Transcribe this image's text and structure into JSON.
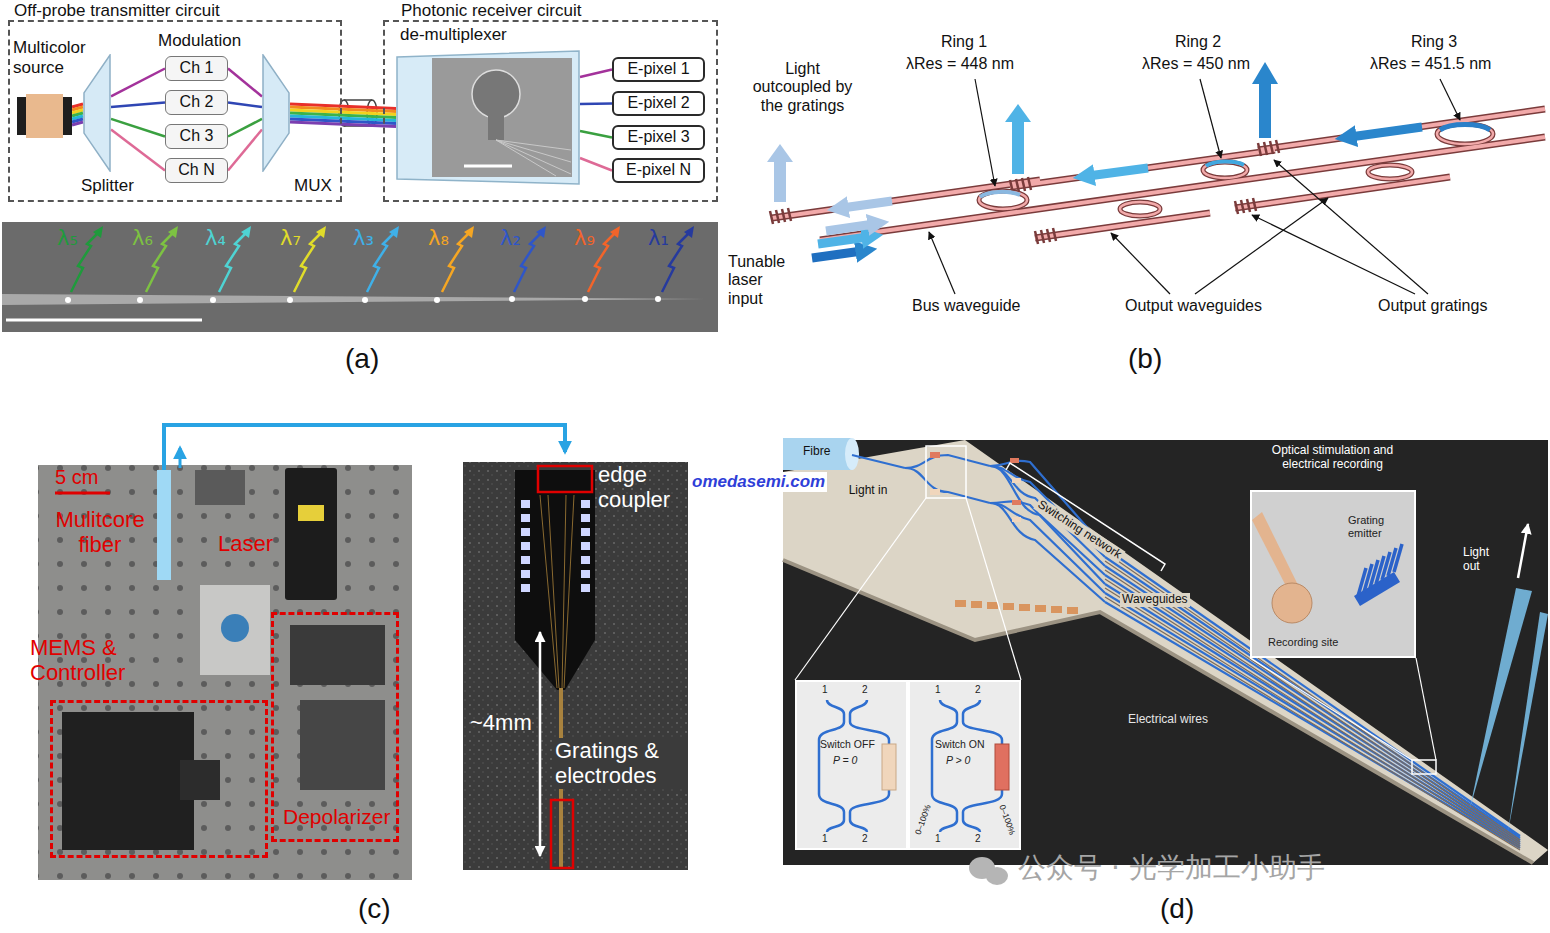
{
  "diagram": {
    "nodes": [
      {
        "text": [
          "Off-probe transmitter circuit"
        ]
      },
      {
        "text": [
          "Multicolor source"
        ],
        "in": 0
      },
      {
        "text": [
          "Splitter"
        ],
        "in": 0
      },
      {
        "text": [
          "Ch 1"
        ],
        "in": 0
      },
      {
        "text": [
          "Ch 2"
        ],
        "in": 0
      },
      {
        "text": [
          "Ch 3"
        ],
        "in": 0
      },
      {
        "text": [
          "Ch N"
        ],
        "in": 0
      },
      {
        "text": [
          "MUX"
        ],
        "in": 0
      },
      {
        "text": [
          "Photonic receiver circuit"
        ]
      },
      {
        "text": [
          "de-multiplexer"
        ],
        "in": 8
      },
      {
        "text": [
          "E-pixel 1"
        ],
        "in": 8
      },
      {
        "text": [
          "E-pixel 2"
        ],
        "in": 8
      },
      {
        "text": [
          "E-pixel 3"
        ],
        "in": 8
      },
      {
        "text": [
          "E-pixel N"
        ],
        "in": 8
      },
      {
        "text": [
          "MEMS & Controller"
        ]
      },
      {
        "text": [
          "Depolarizer"
        ]
      },
      {
        "text": [
          "Optical stimulation and electrical recording",
          "Grating emitter",
          "Recording site"
        ]
      },
      {
        "text": [
          "1",
          "2",
          "Switch OFF",
          "P = 0",
          "1",
          "2"
        ]
      },
      {
        "text": [
          "1",
          "2",
          "Switch ON",
          "P > 0",
          "0–100%",
          "0–100%",
          "1",
          "2"
        ]
      }
    ],
    "edges": [
      {
        "from": 1,
        "to": 2,
        "arrow": "none"
      },
      {
        "from": 2,
        "to": 3,
        "arrow": "none"
      },
      {
        "from": 2,
        "to": 4,
        "arrow": "none"
      },
      {
        "from": 2,
        "to": 5,
        "arrow": "none"
      },
      {
        "from": 2,
        "to": 6,
        "arrow": "none"
      },
      {
        "from": 3,
        "to": 7,
        "arrow": "none"
      },
      {
        "from": 4,
        "to": 7,
        "arrow": "none"
      },
      {
        "from": 5,
        "to": 7,
        "arrow": "none"
      },
      {
        "from": 6,
        "to": 7,
        "arrow": "none"
      },
      {
        "from": 7,
        "to": 9,
        "arrow": "none"
      },
      {
        "from": 9,
        "to": 10,
        "arrow": "none"
      },
      {
        "from": 9,
        "to": 11,
        "arrow": "none"
      },
      {
        "from": 9,
        "to": 12,
        "arrow": "none"
      },
      {
        "from": 9,
        "to": 13,
        "arrow": "none"
      }
    ],
    "labels": [
      "Modulation",
      "λ₅",
      "λ₆",
      "λ₄",
      "λ₇",
      "λ₃",
      "λ₈",
      "λ₂",
      "λ₉",
      "λ₁",
      "(a)",
      "Ring 1",
      "λRes = 448 nm",
      "Ring 2",
      "λRes = 450 nm",
      "Ring 3",
      "λRes = 451.5 nm",
      "Light outcoupled by the gratings",
      "Tunable laser input",
      "Bus waveguide",
      "Output waveguides",
      "Output gratings",
      "(b)",
      "5 cm",
      "Mulitcore fiber",
      "Laser",
      "edge coupler",
      "~4mm",
      "Gratings & electrodes",
      "omedasemi.com",
      "(c)",
      "Fibre",
      "Light in",
      "Switching network",
      "Light out",
      "Waveguides",
      "Electrical wires",
      "公众号 · 光学加工小助手",
      "(d)"
    ]
  }
}
